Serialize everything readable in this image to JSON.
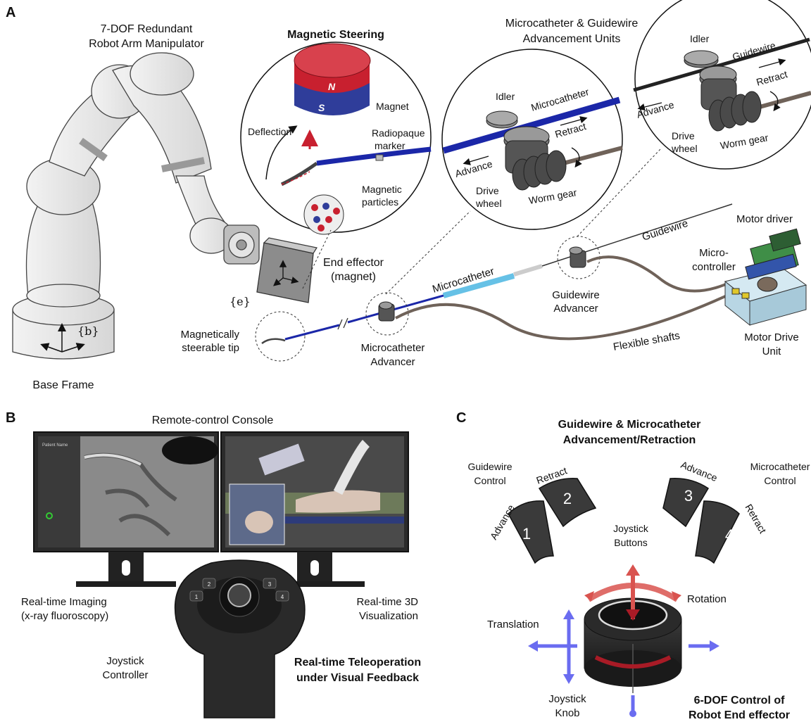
{
  "panels": {
    "a": "A",
    "b": "B",
    "c": "C"
  },
  "panel_a": {
    "robot_title": [
      "7-DOF Redundant",
      "Robot Arm Manipulator"
    ],
    "base_frame": "Base Frame",
    "frame_b": "{b}",
    "frame_e": "{e}",
    "end_effector": [
      "End effector",
      "(magnet)"
    ],
    "steerable_tip": [
      "Magnetically",
      "steerable tip"
    ],
    "magnetic_steering": {
      "title": "Magnetic Steering",
      "magnet": "Magnet",
      "north": "N",
      "south": "S",
      "deflection": "Deflection",
      "radiopaque_marker": [
        "Radiopaque",
        "marker"
      ],
      "magnetic_particles": [
        "Magnetic",
        "particles"
      ]
    },
    "advancement_units": {
      "title": [
        "Microcatheter & Guidewire",
        "Advancement Units"
      ],
      "idler": "Idler",
      "microcatheter": "Microcatheter",
      "guidewire": "Guidewire",
      "retract": "Retract",
      "advance": "Advance",
      "drive_wheel": [
        "Drive",
        "wheel"
      ],
      "worm_gear": "Worm gear"
    },
    "guidewire": "Guidewire",
    "microcatheter": "Microcatheter",
    "motor_driver": "Motor driver",
    "microcontroller": [
      "Micro-",
      "controller"
    ],
    "guidewire_advancer": [
      "Guidewire",
      "Advancer"
    ],
    "microcatheter_advancer": [
      "Microcatheter",
      "Advancer"
    ],
    "flexible_shafts": "Flexible shafts",
    "motor_drive_unit": [
      "Motor Drive",
      "Unit"
    ]
  },
  "panel_b": {
    "console_title": "Remote-control Console",
    "left_caption": [
      "Real-time Imaging",
      "(x-ray fluoroscopy)"
    ],
    "right_caption": [
      "Real-time 3D",
      "Visualization"
    ],
    "joystick_controller": [
      "Joystick",
      "Controller"
    ],
    "teleoperation": [
      "Real-time Teleoperation",
      "under Visual Feedback"
    ],
    "screen_patient_name": "Patient Name",
    "joystick_buttons": [
      "1",
      "2",
      "3",
      "4"
    ]
  },
  "panel_c": {
    "title": [
      "Guidewire & Microcatheter",
      "Advancement/Retraction"
    ],
    "guidewire_control": [
      "Guidewire",
      "Control"
    ],
    "microcatheter_control": [
      "Microcatheter",
      "Control"
    ],
    "joystick_buttons": [
      "Joystick",
      "Buttons"
    ],
    "buttons": [
      {
        "num": "1",
        "label": "Advance"
      },
      {
        "num": "2",
        "label": "Retract"
      },
      {
        "num": "3",
        "label": "Advance"
      },
      {
        "num": "4",
        "label": "Retract"
      }
    ],
    "rotation": "Rotation",
    "translation": "Translation",
    "joystick_knob": [
      "Joystick",
      "Knob"
    ],
    "six_dof": [
      "6-DOF Control of",
      "Robot End effector"
    ]
  },
  "colors": {
    "magnet_red": "#c8202f",
    "magnet_blue": "#2f3d9a",
    "catheter_blue": "#1b27a8",
    "shaft_brown": "#6f6259",
    "arrow_red": "#d9534f",
    "arrow_blue": "#6a6cf0"
  }
}
